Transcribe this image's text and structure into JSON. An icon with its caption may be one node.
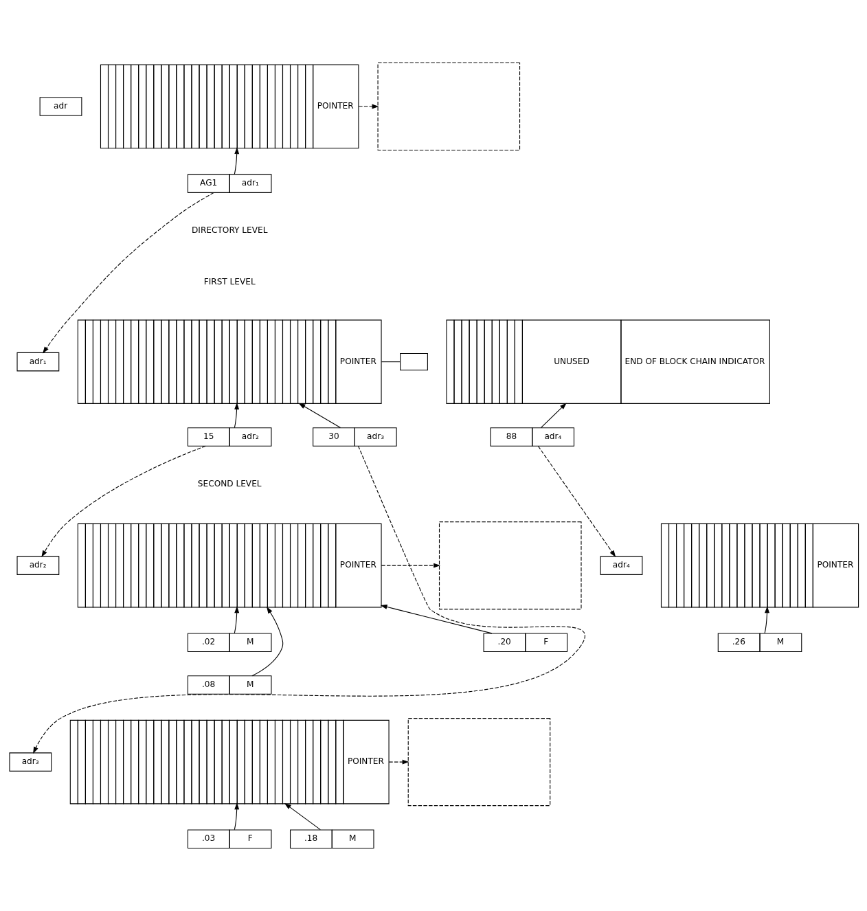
{
  "diagram": {
    "nodes": [
      {
        "text": [
          "adr"
        ]
      },
      {
        "text": [
          "POINTER"
        ]
      },
      {
        "text": [],
        "shape": "box"
      },
      {
        "text": [
          "AG1",
          "adr₁"
        ]
      },
      {
        "text": [
          "adr₁"
        ]
      },
      {
        "text": [
          "POINTER"
        ]
      },
      {
        "text": [],
        "shape": "box"
      },
      {
        "text": [
          "UNUSED",
          "END OF BLOCK CHAIN INDICATOR"
        ]
      },
      {
        "text": [
          "15",
          "adr₂"
        ]
      },
      {
        "text": [
          "30",
          "adr₃"
        ]
      },
      {
        "text": [
          "88",
          "adr₄"
        ]
      },
      {
        "text": [
          "adr₂"
        ]
      },
      {
        "text": [
          "POINTER"
        ]
      },
      {
        "text": [],
        "shape": "box"
      },
      {
        "text": [
          "adr₄"
        ]
      },
      {
        "text": [
          "POINTER"
        ]
      },
      {
        "text": [
          ".02",
          "M"
        ]
      },
      {
        "text": [
          ".08",
          "M"
        ]
      },
      {
        "text": [
          ".20",
          "F"
        ]
      },
      {
        "text": [
          ".26",
          "M"
        ]
      },
      {
        "text": [
          "adr₃"
        ]
      },
      {
        "text": [
          "POINTER"
        ]
      },
      {
        "text": [],
        "shape": "box"
      },
      {
        "text": [
          ".03",
          "F"
        ]
      },
      {
        "text": [
          ".18",
          "M"
        ]
      }
    ],
    "edges": [
      {
        "from": 1,
        "to": 2,
        "arrow": "to",
        "style": "dashed"
      },
      {
        "from": 3,
        "to": 1,
        "arrow": "to"
      },
      {
        "from": 3,
        "to": 4,
        "arrow": "to",
        "style": "dashed"
      },
      {
        "from": 5,
        "to": 6,
        "arrow": "none"
      },
      {
        "from": 8,
        "to": 5,
        "arrow": "to"
      },
      {
        "from": 9,
        "to": 5,
        "arrow": "to"
      },
      {
        "from": 10,
        "to": 7,
        "arrow": "to"
      },
      {
        "from": 8,
        "to": 11,
        "arrow": "to",
        "style": "dashed"
      },
      {
        "from": 9,
        "to": 20,
        "arrow": "to",
        "style": "dashed"
      },
      {
        "from": 10,
        "to": 14,
        "arrow": "to",
        "style": "dashed"
      },
      {
        "from": 12,
        "to": 13,
        "arrow": "to",
        "style": "dashed"
      },
      {
        "from": 16,
        "to": 12,
        "arrow": "to"
      },
      {
        "from": 17,
        "to": 12,
        "arrow": "to"
      },
      {
        "from": 18,
        "to": 12,
        "arrow": "to"
      },
      {
        "from": 19,
        "to": 15,
        "arrow": "to"
      },
      {
        "from": 21,
        "to": 22,
        "arrow": "to",
        "style": "dashed"
      },
      {
        "from": 23,
        "to": 21,
        "arrow": "to"
      },
      {
        "from": 24,
        "to": 21,
        "arrow": "to"
      }
    ],
    "labels": [
      "DIRECTORY LEVEL",
      "FIRST LEVEL",
      "SECOND LEVEL"
    ]
  }
}
